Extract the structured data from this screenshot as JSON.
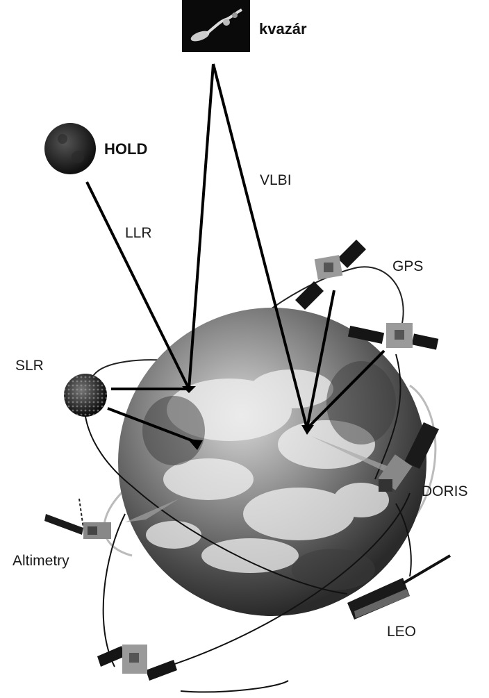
{
  "labels": {
    "quasar": "kvazár",
    "moon": "HOLD",
    "vlbi": "VLBI",
    "llr": "LLR",
    "gps": "GPS",
    "slr": "SLR",
    "doris": "DORIS",
    "altimetry": "Altimetry",
    "leo": "LEO"
  }
}
